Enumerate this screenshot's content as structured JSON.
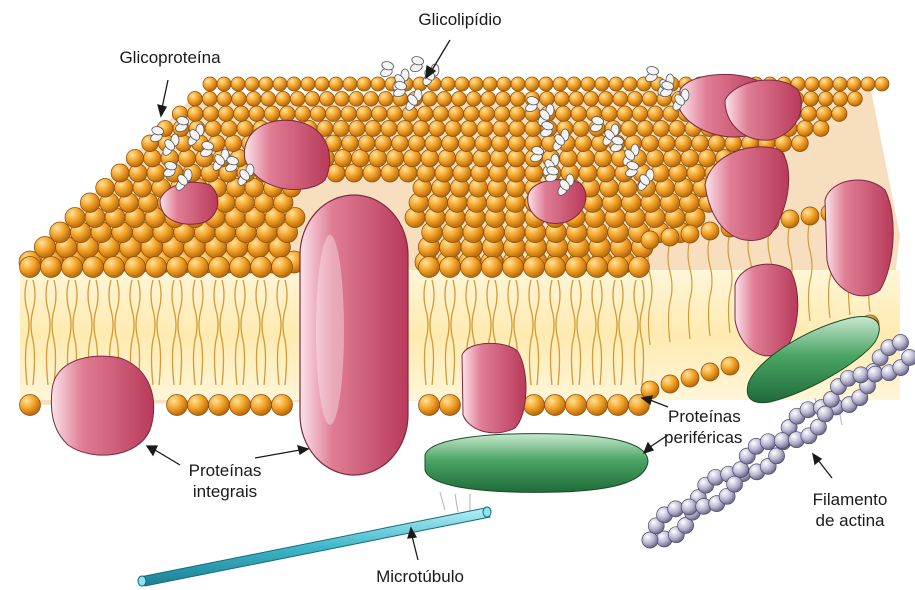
{
  "labels": {
    "glicoproteina": "Glicoproteína",
    "glicolipidio": "Glicolipídio",
    "proteinas_integrais_line1": "Proteínas",
    "proteinas_integrais_line2": "integrais",
    "proteinas_perifericas_line1": "Proteínas",
    "proteinas_perifericas_line2": "periféricas",
    "filamento_line1": "Filamento",
    "filamento_line2": "de actina",
    "microtubulo": "Microtúbulo"
  },
  "colors": {
    "lipid_head": "#f2a024",
    "lipid_tail": "#d9a13a",
    "integral_protein": "#d3566f",
    "peripheral_protein": "#3f9a5a",
    "microtubule": "#3fb7c9",
    "actin_bead": "#b7b4cf",
    "glycan": "#f4f4f4",
    "label_text": "#1a1a1a"
  }
}
